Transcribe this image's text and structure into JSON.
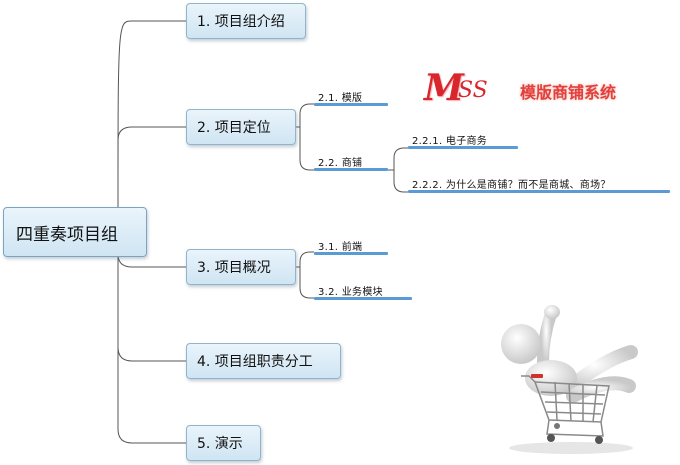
{
  "root": {
    "label": "四重奏项目组"
  },
  "branches": [
    {
      "label": "1. 项目组介绍"
    },
    {
      "label": "2. 项目定位",
      "children": [
        {
          "label": "2.1. 模版"
        },
        {
          "label": "2.2. 商铺",
          "children": [
            {
              "label": "2.2.1. 电子商务"
            },
            {
              "label": "2.2.2. 为什么是商铺？而不是商城、商场？"
            }
          ]
        }
      ]
    },
    {
      "label": "3. 项目概况",
      "children": [
        {
          "label": "3.1. 前端"
        },
        {
          "label": "3.2. 业务模块"
        }
      ]
    },
    {
      "label": "4. 项目组职责分工"
    },
    {
      "label": "5. 演示"
    }
  ],
  "logo": {
    "mark_m": "M",
    "mark_ss": "SS",
    "text": "模版商铺系统",
    "color": "#d8262c"
  },
  "illustration": {
    "icon": "person-in-shopping-cart-icon"
  },
  "colors": {
    "node_border": "#8fb4cc",
    "connector": "#555555",
    "underline": "#5b9bd5"
  }
}
